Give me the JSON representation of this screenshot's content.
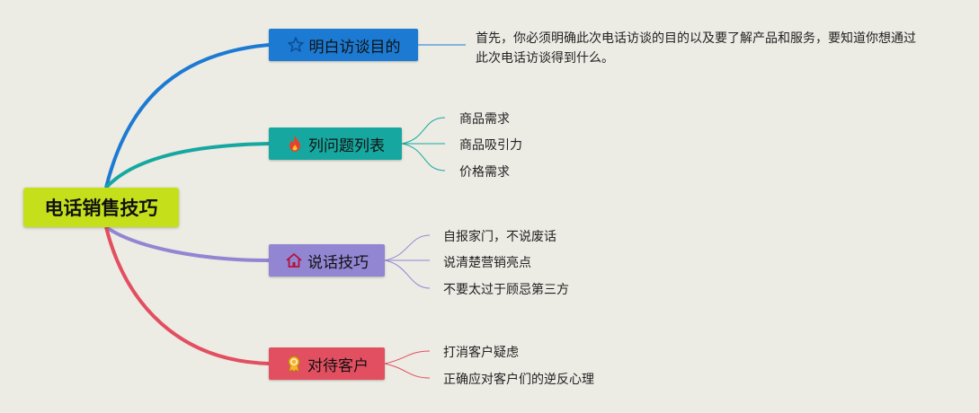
{
  "root": {
    "label": "电话销售技巧",
    "color": "#c5e01b"
  },
  "branches": [
    {
      "label": "明白访谈目的",
      "icon": "star-icon",
      "color": "#1c7ad3",
      "details": [
        "首先，你必须明确此次电话访谈的目的以及要了解产品和服务，要知道你想通过此次电话访谈得到什么。"
      ]
    },
    {
      "label": "列问题列表",
      "icon": "flame-icon",
      "color": "#16a8a0",
      "details": [
        "商品需求",
        "商品吸引力",
        "价格需求"
      ]
    },
    {
      "label": "说话技巧",
      "icon": "home-icon",
      "color": "#9286d3",
      "details": [
        "自报家门，不说废话",
        "说清楚营销亮点",
        "不要太过于顾忌第三方"
      ]
    },
    {
      "label": "对待客户",
      "icon": "award-icon",
      "color": "#e24f60",
      "details": [
        "打消客户疑虑",
        "正确应对客户们的逆反心理"
      ]
    }
  ]
}
